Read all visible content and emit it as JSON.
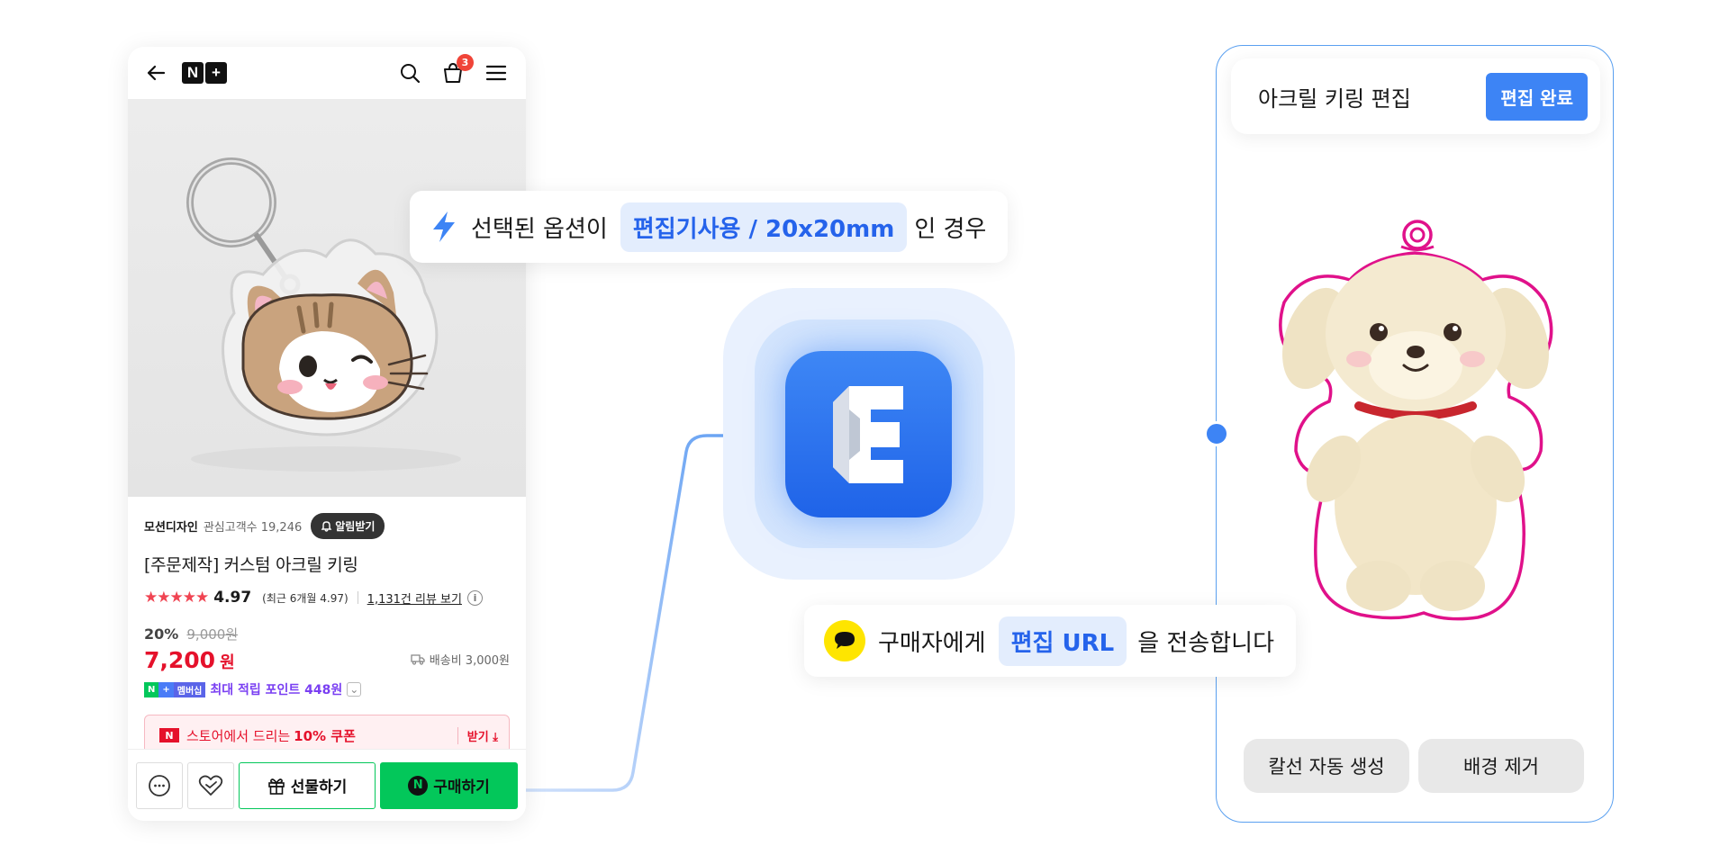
{
  "phone": {
    "cart_count": "3",
    "seller": "모션디자인",
    "fans": "관심고객수 19,246",
    "alarm_label": "알림받기",
    "product_title": "[주문제작] 커스텀 아크릴 키링",
    "stars": "★★★★★",
    "rating": "4.97",
    "rating_recent": "(최근 6개월 4.97)",
    "review_link": "1,131건 리뷰 보기",
    "discount": "20%",
    "original_price": "9,000원",
    "price": "7,200",
    "price_unit": "원",
    "shipping": "배송비 3,000원",
    "badge_n": "N",
    "badge_plus": "+",
    "badge_member": "멤버십",
    "point_text": "최대 적립 포인트 448원",
    "coupon_logo": "N",
    "coupon_text": "스토어에서 드리는",
    "coupon_bold": "10% 쿠폰",
    "coupon_receive": "받기",
    "gift_label": "선물하기",
    "buy_label": "구매하기",
    "buy_logo": "N"
  },
  "callout_option": {
    "prefix": "선택된 옵션이",
    "chip": "편집기사용 / 20x20mm",
    "suffix": "인 경우"
  },
  "callout_send": {
    "prefix": "구매자에게",
    "chip": "편집 URL",
    "suffix": "을 전송합니다"
  },
  "editor": {
    "title": "아크릴 키링 편집",
    "done_label": "편집 완료",
    "action_outline": "칼선 자동 생성",
    "action_remove_bg": "배경 제거"
  },
  "colors": {
    "accent_blue": "#3d84f5",
    "naver_green": "#03c75a",
    "price_red": "#e5112b",
    "outline_pink": "#e0118a",
    "kakao_yellow": "#fee500"
  }
}
